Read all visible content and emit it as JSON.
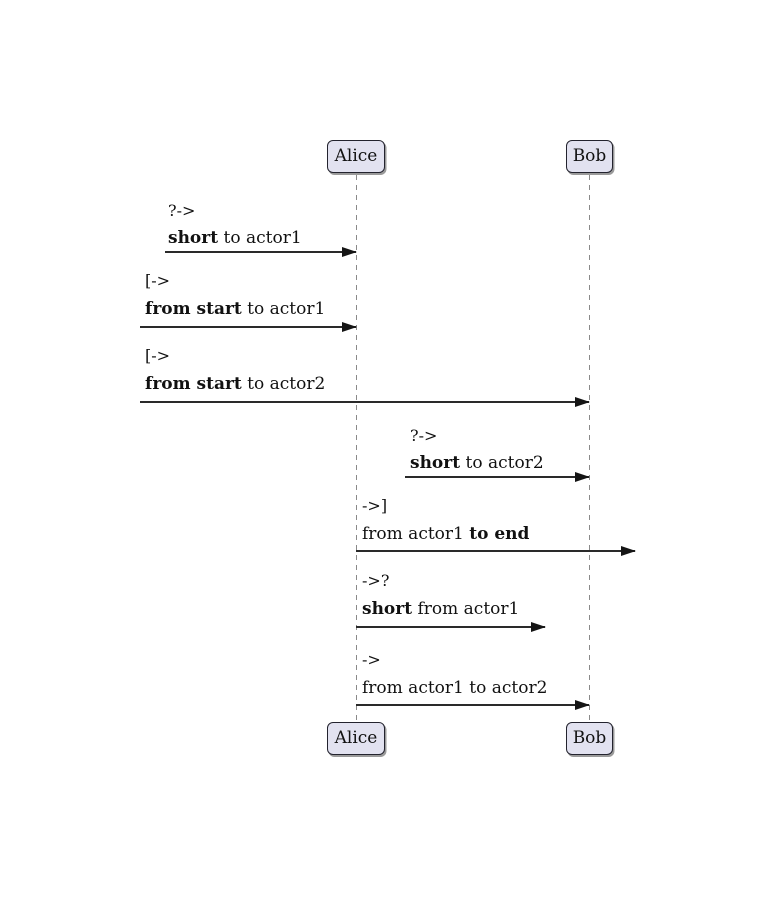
{
  "diagram": {
    "type": "sequence",
    "colors": {
      "background": "#ffffff",
      "participant_fill": "#E2E2F0",
      "participant_border": "#23232e",
      "lifeline": "#8a8a8a",
      "arrow": "#1b1b1b",
      "text": "#111111"
    },
    "participants": [
      {
        "name": "Alice"
      },
      {
        "name": "Bob"
      }
    ],
    "messages": [
      {
        "marker": "?->",
        "from": "short-left",
        "to": "Alice",
        "parts": [
          {
            "text": "short",
            "bold": true
          },
          {
            "text": " to actor1",
            "bold": false
          }
        ]
      },
      {
        "marker": "[->",
        "from": "diagram-left-edge",
        "to": "Alice",
        "parts": [
          {
            "text": "from start",
            "bold": true
          },
          {
            "text": " to actor1",
            "bold": false
          }
        ]
      },
      {
        "marker": "[->",
        "from": "diagram-left-edge",
        "to": "Bob",
        "parts": [
          {
            "text": "from start",
            "bold": true
          },
          {
            "text": " to actor2",
            "bold": false
          }
        ]
      },
      {
        "marker": "?->",
        "from": "short-left",
        "to": "Bob",
        "parts": [
          {
            "text": "short",
            "bold": true
          },
          {
            "text": " to actor2",
            "bold": false
          }
        ]
      },
      {
        "marker": "->]",
        "from": "Alice",
        "to": "diagram-right-edge",
        "parts": [
          {
            "text": "from actor1 ",
            "bold": false
          },
          {
            "text": "to end",
            "bold": true
          }
        ]
      },
      {
        "marker": "->?",
        "from": "Alice",
        "to": "short-right",
        "parts": [
          {
            "text": "short",
            "bold": true
          },
          {
            "text": " from actor1",
            "bold": false
          }
        ]
      },
      {
        "marker": "->",
        "from": "Alice",
        "to": "Bob",
        "parts": [
          {
            "text": "from actor1 to actor2",
            "bold": false
          }
        ]
      }
    ]
  }
}
